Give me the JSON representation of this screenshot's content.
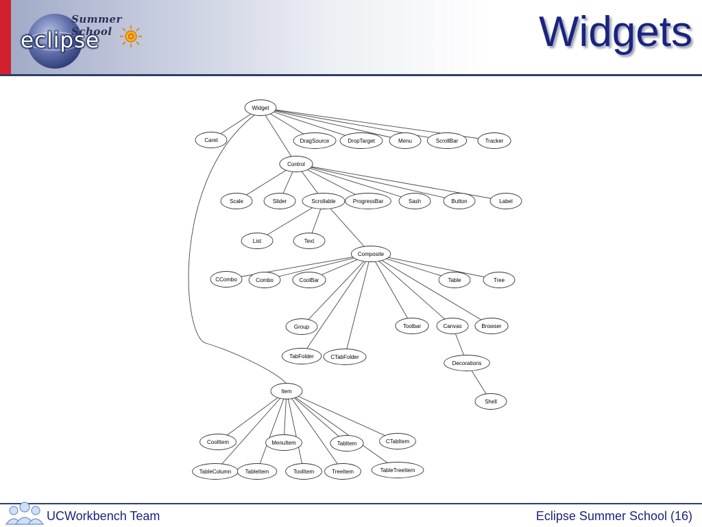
{
  "header": {
    "title": "Widgets",
    "logo_summer": "Summer School",
    "logo_eclipse": "eclipse"
  },
  "footer": {
    "left": "UCWorkbench Team",
    "right": "Eclipse Summer School (16)"
  },
  "colors": {
    "title": "#1a237e",
    "accent_red": "#d3202f",
    "line": "#2c3e66"
  },
  "icons": [
    "eclipse-sun-icon",
    "team-people-icon"
  ],
  "diagram": {
    "nodes": [
      {
        "id": "widget",
        "label": "Widget"
      },
      {
        "id": "caret",
        "label": "Caret"
      },
      {
        "id": "dragsource",
        "label": "DragSource"
      },
      {
        "id": "droptarget",
        "label": "DropTarget"
      },
      {
        "id": "menu",
        "label": "Menu"
      },
      {
        "id": "scrollbar",
        "label": "ScrollBar"
      },
      {
        "id": "tracker",
        "label": "Tracker"
      },
      {
        "id": "control",
        "label": "Control"
      },
      {
        "id": "scale",
        "label": "Scale"
      },
      {
        "id": "slider",
        "label": "Slider"
      },
      {
        "id": "scrollable",
        "label": "Scrollable"
      },
      {
        "id": "progressbar",
        "label": "ProgressBar"
      },
      {
        "id": "sash",
        "label": "Sash"
      },
      {
        "id": "button",
        "label": "Button"
      },
      {
        "id": "label",
        "label": "Label"
      },
      {
        "id": "list",
        "label": "List"
      },
      {
        "id": "text",
        "label": "Text"
      },
      {
        "id": "composite",
        "label": "Composite"
      },
      {
        "id": "ccombo",
        "label": "CCombo"
      },
      {
        "id": "combo",
        "label": "Combo"
      },
      {
        "id": "coolbar",
        "label": "CoolBar"
      },
      {
        "id": "table",
        "label": "Table"
      },
      {
        "id": "tree",
        "label": "Tree"
      },
      {
        "id": "group",
        "label": "Group"
      },
      {
        "id": "toolbar",
        "label": "Toolbar"
      },
      {
        "id": "canvas",
        "label": "Canvas"
      },
      {
        "id": "browser",
        "label": "Browser"
      },
      {
        "id": "tabfolder",
        "label": "TabFolder"
      },
      {
        "id": "ctabfolder",
        "label": "CTabFolder"
      },
      {
        "id": "decorations",
        "label": "Decorations"
      },
      {
        "id": "shell",
        "label": "Shell"
      },
      {
        "id": "item",
        "label": "Item"
      },
      {
        "id": "coolitem",
        "label": "CoolItem"
      },
      {
        "id": "menuitem",
        "label": "MenuItem"
      },
      {
        "id": "tabitem",
        "label": "TabItem"
      },
      {
        "id": "ctabitem",
        "label": "CTabItem"
      },
      {
        "id": "tablecolumn",
        "label": "TableColumn"
      },
      {
        "id": "tableitem",
        "label": "TableItem"
      },
      {
        "id": "toolitem",
        "label": "ToolItem"
      },
      {
        "id": "treeitem",
        "label": "TreeItem"
      },
      {
        "id": "tabletreeitem",
        "label": "TableTreeItem"
      }
    ],
    "edges": [
      [
        "widget",
        "caret"
      ],
      [
        "widget",
        "dragsource"
      ],
      [
        "widget",
        "droptarget"
      ],
      [
        "widget",
        "menu"
      ],
      [
        "widget",
        "scrollbar"
      ],
      [
        "widget",
        "tracker"
      ],
      [
        "widget",
        "control"
      ],
      [
        "widget",
        "item"
      ],
      [
        "control",
        "scale"
      ],
      [
        "control",
        "slider"
      ],
      [
        "control",
        "scrollable"
      ],
      [
        "control",
        "progressbar"
      ],
      [
        "control",
        "sash"
      ],
      [
        "control",
        "button"
      ],
      [
        "control",
        "label"
      ],
      [
        "scrollable",
        "list"
      ],
      [
        "scrollable",
        "text"
      ],
      [
        "scrollable",
        "composite"
      ],
      [
        "composite",
        "ccombo"
      ],
      [
        "composite",
        "combo"
      ],
      [
        "composite",
        "coolbar"
      ],
      [
        "composite",
        "table"
      ],
      [
        "composite",
        "tree"
      ],
      [
        "composite",
        "group"
      ],
      [
        "composite",
        "toolbar"
      ],
      [
        "composite",
        "canvas"
      ],
      [
        "composite",
        "browser"
      ],
      [
        "composite",
        "tabfolder"
      ],
      [
        "composite",
        "ctabfolder"
      ],
      [
        "canvas",
        "decorations"
      ],
      [
        "decorations",
        "shell"
      ],
      [
        "item",
        "coolitem"
      ],
      [
        "item",
        "menuitem"
      ],
      [
        "item",
        "tabitem"
      ],
      [
        "item",
        "ctabitem"
      ],
      [
        "item",
        "tablecolumn"
      ],
      [
        "item",
        "tableitem"
      ],
      [
        "item",
        "toolitem"
      ],
      [
        "item",
        "treeitem"
      ],
      [
        "item",
        "tabletreeitem"
      ]
    ]
  }
}
